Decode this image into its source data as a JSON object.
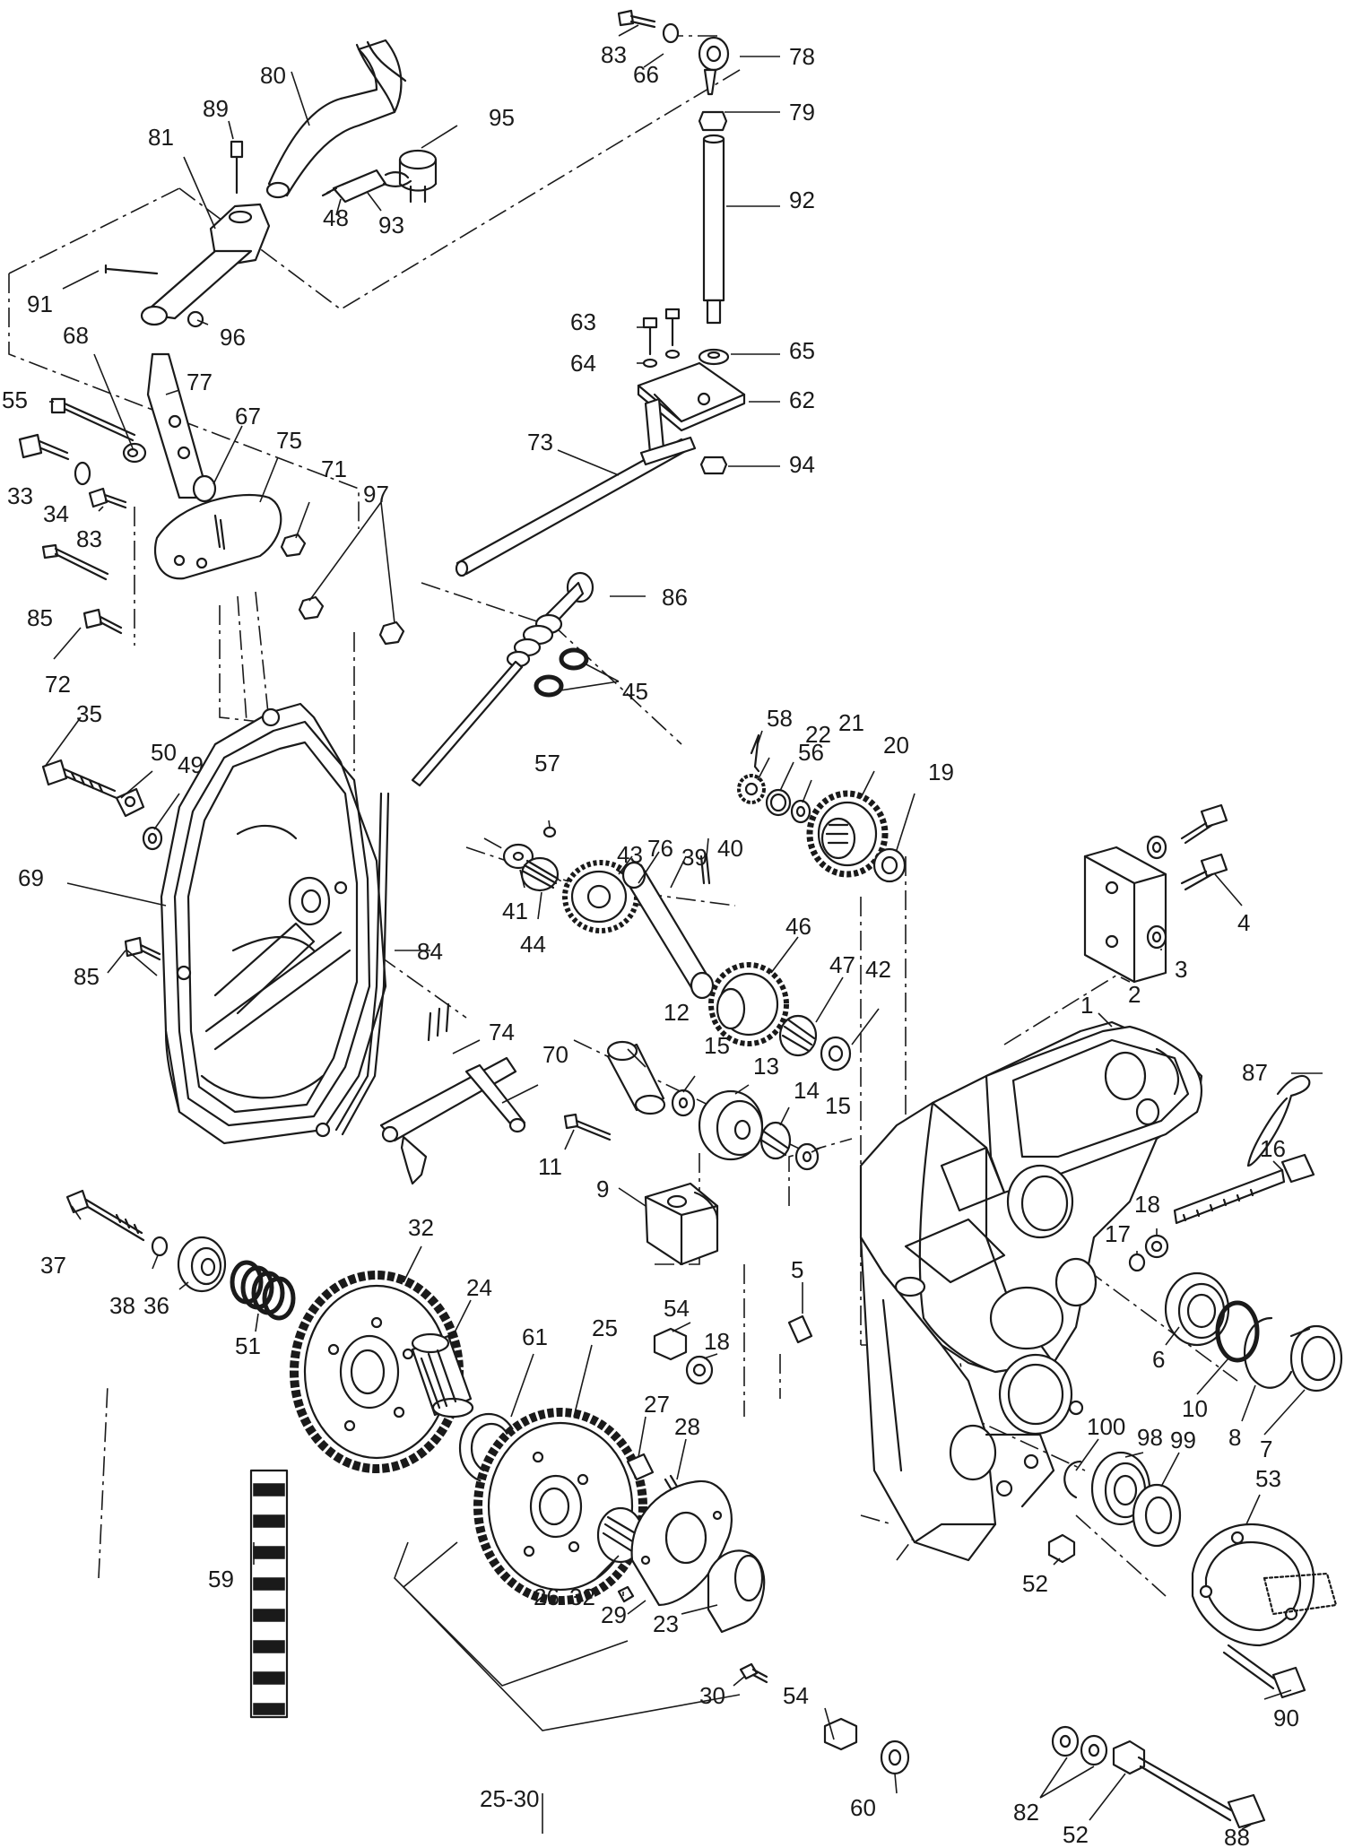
{
  "callouts": [
    {
      "id": "c1",
      "text": "1"
    },
    {
      "id": "c2",
      "text": "2"
    },
    {
      "id": "c3",
      "text": "3"
    },
    {
      "id": "c4",
      "text": "4"
    },
    {
      "id": "c5",
      "text": "5"
    },
    {
      "id": "c6",
      "text": "6"
    },
    {
      "id": "c7",
      "text": "7"
    },
    {
      "id": "c8",
      "text": "8"
    },
    {
      "id": "c9",
      "text": "9"
    },
    {
      "id": "c10",
      "text": "10"
    },
    {
      "id": "c11",
      "text": "11"
    },
    {
      "id": "c12",
      "text": "12"
    },
    {
      "id": "c13",
      "text": "13"
    },
    {
      "id": "c14",
      "text": "14"
    },
    {
      "id": "c15a",
      "text": "15"
    },
    {
      "id": "c15b",
      "text": "15"
    },
    {
      "id": "c16",
      "text": "16"
    },
    {
      "id": "c17",
      "text": "17"
    },
    {
      "id": "c18a",
      "text": "18"
    },
    {
      "id": "c18b",
      "text": "18"
    },
    {
      "id": "c19",
      "text": "19"
    },
    {
      "id": "c20",
      "text": "20"
    },
    {
      "id": "c21",
      "text": "21"
    },
    {
      "id": "c22",
      "text": "22"
    },
    {
      "id": "c23",
      "text": "23"
    },
    {
      "id": "c24",
      "text": "24"
    },
    {
      "id": "c25",
      "text": "25"
    },
    {
      "id": "c2530",
      "text": "25-30"
    },
    {
      "id": "c26",
      "text": "26"
    },
    {
      "id": "c27",
      "text": "27"
    },
    {
      "id": "c28",
      "text": "28"
    },
    {
      "id": "c29",
      "text": "29"
    },
    {
      "id": "c30",
      "text": "30"
    },
    {
      "id": "c32a",
      "text": "32"
    },
    {
      "id": "c32b",
      "text": "32"
    },
    {
      "id": "c33",
      "text": "33"
    },
    {
      "id": "c34",
      "text": "34"
    },
    {
      "id": "c35",
      "text": "35"
    },
    {
      "id": "c36",
      "text": "36"
    },
    {
      "id": "c37",
      "text": "37"
    },
    {
      "id": "c38",
      "text": "38"
    },
    {
      "id": "c39",
      "text": "39"
    },
    {
      "id": "c40",
      "text": "40"
    },
    {
      "id": "c41",
      "text": "41"
    },
    {
      "id": "c42",
      "text": "42"
    },
    {
      "id": "c43",
      "text": "43"
    },
    {
      "id": "c44",
      "text": "44"
    },
    {
      "id": "c45",
      "text": "45"
    },
    {
      "id": "c46",
      "text": "46"
    },
    {
      "id": "c47",
      "text": "47"
    },
    {
      "id": "c48",
      "text": "48"
    },
    {
      "id": "c49",
      "text": "49"
    },
    {
      "id": "c50",
      "text": "50"
    },
    {
      "id": "c51",
      "text": "51"
    },
    {
      "id": "c52a",
      "text": "52"
    },
    {
      "id": "c52b",
      "text": "52"
    },
    {
      "id": "c53",
      "text": "53"
    },
    {
      "id": "c54a",
      "text": "54"
    },
    {
      "id": "c54b",
      "text": "54"
    },
    {
      "id": "c55",
      "text": "55"
    },
    {
      "id": "c56",
      "text": "56"
    },
    {
      "id": "c57",
      "text": "57"
    },
    {
      "id": "c58",
      "text": "58"
    },
    {
      "id": "c59",
      "text": "59"
    },
    {
      "id": "c60",
      "text": "60"
    },
    {
      "id": "c61",
      "text": "61"
    },
    {
      "id": "c62",
      "text": "62"
    },
    {
      "id": "c63",
      "text": "63"
    },
    {
      "id": "c64",
      "text": "64"
    },
    {
      "id": "c65",
      "text": "65"
    },
    {
      "id": "c66",
      "text": "66"
    },
    {
      "id": "c67",
      "text": "67"
    },
    {
      "id": "c68",
      "text": "68"
    },
    {
      "id": "c69",
      "text": "69"
    },
    {
      "id": "c70",
      "text": "70"
    },
    {
      "id": "c71",
      "text": "71"
    },
    {
      "id": "c72",
      "text": "72"
    },
    {
      "id": "c73",
      "text": "73"
    },
    {
      "id": "c74",
      "text": "74"
    },
    {
      "id": "c75",
      "text": "75"
    },
    {
      "id": "c76",
      "text": "76"
    },
    {
      "id": "c77",
      "text": "77"
    },
    {
      "id": "c78",
      "text": "78"
    },
    {
      "id": "c79",
      "text": "79"
    },
    {
      "id": "c80",
      "text": "80"
    },
    {
      "id": "c81",
      "text": "81"
    },
    {
      "id": "c82",
      "text": "82"
    },
    {
      "id": "c83a",
      "text": "83"
    },
    {
      "id": "c83b",
      "text": "83"
    },
    {
      "id": "c84",
      "text": "84"
    },
    {
      "id": "c85a",
      "text": "85"
    },
    {
      "id": "c85b",
      "text": "85"
    },
    {
      "id": "c86",
      "text": "86"
    },
    {
      "id": "c87",
      "text": "87"
    },
    {
      "id": "c88",
      "text": "88"
    },
    {
      "id": "c89",
      "text": "89"
    },
    {
      "id": "c90",
      "text": "90"
    },
    {
      "id": "c91",
      "text": "91"
    },
    {
      "id": "c92",
      "text": "92"
    },
    {
      "id": "c93",
      "text": "93"
    },
    {
      "id": "c94",
      "text": "94"
    },
    {
      "id": "c95",
      "text": "95"
    },
    {
      "id": "c96",
      "text": "96"
    },
    {
      "id": "c97",
      "text": "97"
    },
    {
      "id": "c98",
      "text": "98"
    },
    {
      "id": "c99",
      "text": "99"
    },
    {
      "id": "c100",
      "text": "100"
    }
  ]
}
